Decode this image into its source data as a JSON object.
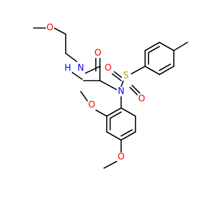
{
  "molecule": {
    "atoms": [
      {
        "id": "o-methoxyethyl",
        "symbol": "O",
        "color": "#ff0000"
      },
      {
        "id": "n-amide",
        "symbol": "N",
        "color": "#0000ff"
      },
      {
        "id": "h-amide",
        "symbol": "H",
        "color": "#0000ff"
      },
      {
        "id": "o-carbonyl",
        "symbol": "O",
        "color": "#ff0000"
      },
      {
        "id": "n-sulfonamide",
        "symbol": "N",
        "color": "#0000ff"
      },
      {
        "id": "s-sulfonyl",
        "symbol": "S",
        "color": "#b8a000"
      },
      {
        "id": "o-sulfonyl-1",
        "symbol": "O",
        "color": "#ff0000"
      },
      {
        "id": "o-sulfonyl-2",
        "symbol": "O",
        "color": "#ff0000"
      },
      {
        "id": "o-methoxy-2",
        "symbol": "O",
        "color": "#ff0000"
      },
      {
        "id": "o-methoxy-4",
        "symbol": "O",
        "color": "#ff0000"
      }
    ],
    "bond_count": 35,
    "bond_color": "#000000"
  }
}
